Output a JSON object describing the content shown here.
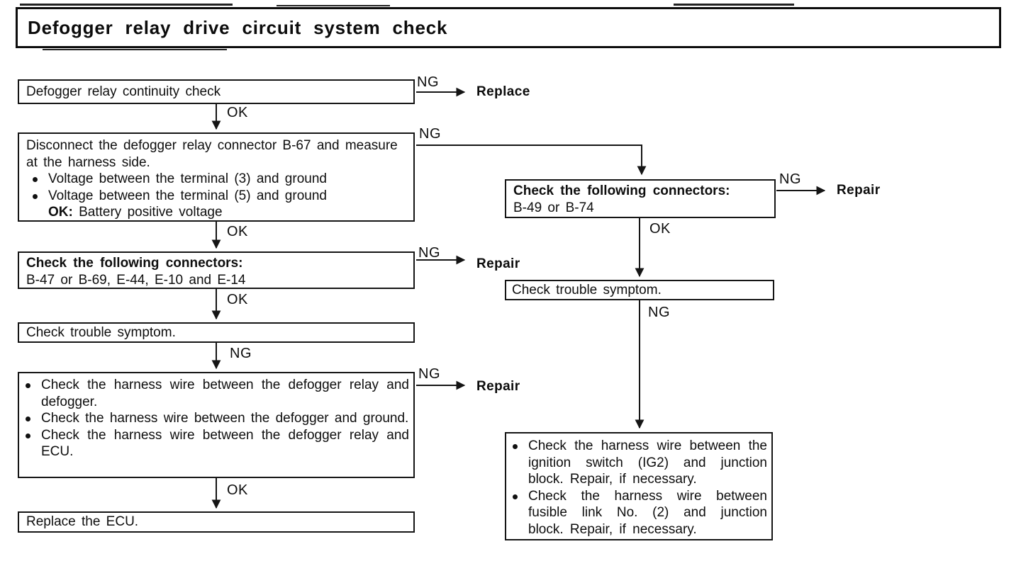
{
  "title": "Defogger relay drive circuit system check",
  "colors": {
    "ink": "#111111",
    "paper": "#ffffff"
  },
  "labels": {
    "ok": "OK",
    "ng": "NG",
    "replace": "Replace",
    "repair": "Repair"
  },
  "left": {
    "box1": {
      "text": "Defogger relay continuity check"
    },
    "box2": {
      "intro_line1": "Disconnect the defogger relay connector B-67 and measure",
      "intro_line2": "at the harness side.",
      "bullets": [
        "Voltage between the terminal (3) and ground",
        "Voltage between the terminal (5) and ground"
      ],
      "ok_label": "OK:",
      "ok_value": "Battery positive voltage"
    },
    "box3": {
      "heading": "Check the following connectors:",
      "body": "B-47 or B-69, E-44, E-10 and E-14"
    },
    "box4": {
      "text": "Check trouble symptom."
    },
    "box5": {
      "bullets": [
        "Check the harness wire between the defogger relay and defogger.",
        "Check the harness wire between the defogger and ground.",
        "Check the harness wire between the defogger relay and ECU."
      ]
    },
    "box6": {
      "text": "Replace the ECU."
    }
  },
  "right": {
    "box1": {
      "heading": "Check the following connectors:",
      "body": "B-49 or B-74"
    },
    "box2": {
      "text": "Check trouble symptom."
    },
    "box3": {
      "bullets": [
        "Check the harness wire between the ignition switch (IG2) and junction block. Repair, if necessary.",
        "Check the harness wire between fusible link No. (2) and junction block. Repair, if necessary."
      ]
    }
  }
}
